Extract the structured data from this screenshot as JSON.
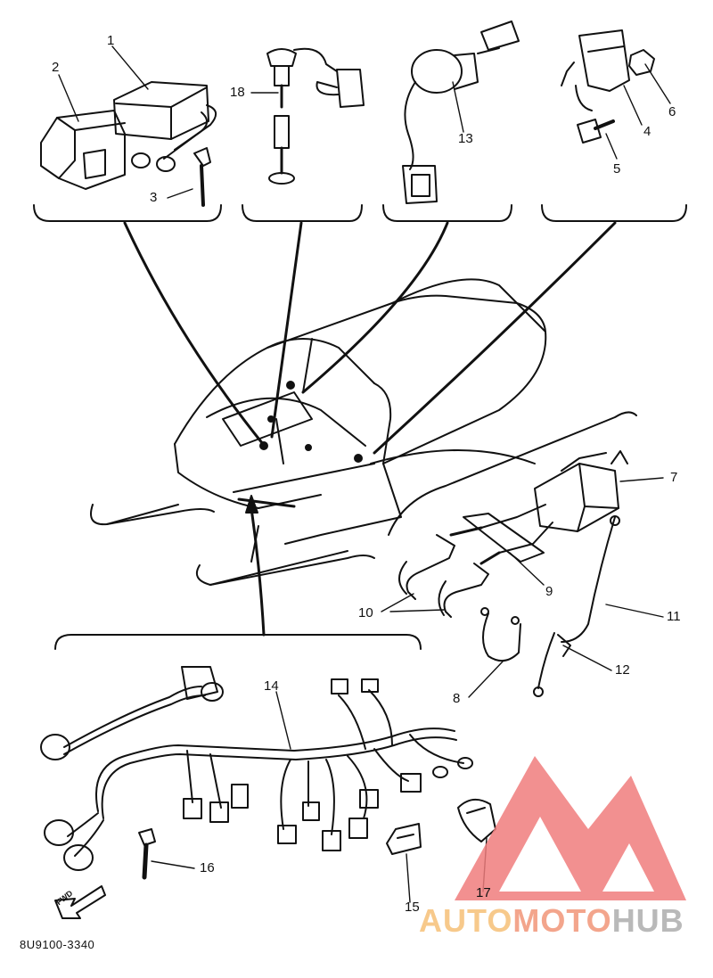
{
  "diagram": {
    "callouts": [
      {
        "id": "1",
        "text": "1"
      },
      {
        "id": "2",
        "text": "2"
      },
      {
        "id": "3",
        "text": "3"
      },
      {
        "id": "4",
        "text": "4"
      },
      {
        "id": "5",
        "text": "5"
      },
      {
        "id": "6",
        "text": "6"
      },
      {
        "id": "7",
        "text": "7"
      },
      {
        "id": "8",
        "text": "8"
      },
      {
        "id": "9",
        "text": "9"
      },
      {
        "id": "10",
        "text": "10"
      },
      {
        "id": "11",
        "text": "11"
      },
      {
        "id": "12",
        "text": "12"
      },
      {
        "id": "13",
        "text": "13"
      },
      {
        "id": "14",
        "text": "14"
      },
      {
        "id": "15",
        "text": "15"
      },
      {
        "id": "16",
        "text": "16"
      },
      {
        "id": "17",
        "text": "17"
      },
      {
        "id": "18",
        "text": "18"
      }
    ],
    "fwd_label": "FWD",
    "drawing_code": "8U9100-3340"
  },
  "watermark": {
    "part1": "AUTO",
    "part2": "MOTO",
    "part3": "HUB",
    "colors": {
      "auto": "#f7c98b",
      "moto": "#f3a58c",
      "hub": "#b9b9b9",
      "logo": "#f07c7c"
    }
  }
}
